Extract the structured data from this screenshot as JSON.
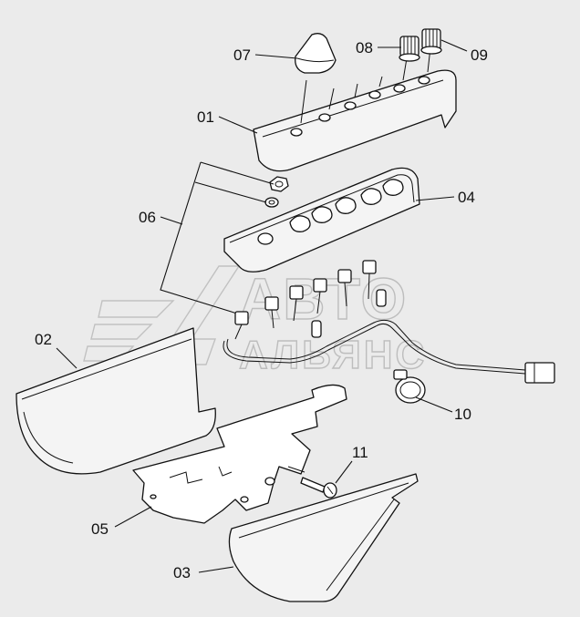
{
  "callouts": {
    "c01": "01",
    "c02": "02",
    "c03": "03",
    "c04": "04",
    "c05": "05",
    "c06": "06",
    "c07": "07",
    "c08": "08",
    "c09": "09",
    "c10": "10",
    "c11": "11"
  },
  "watermark": {
    "line1": "АВТО",
    "line2": "АЛЬЯНС"
  },
  "colors": {
    "background": "#ebebeb",
    "ink": "#111111",
    "watermark": "#bdbdbd"
  }
}
